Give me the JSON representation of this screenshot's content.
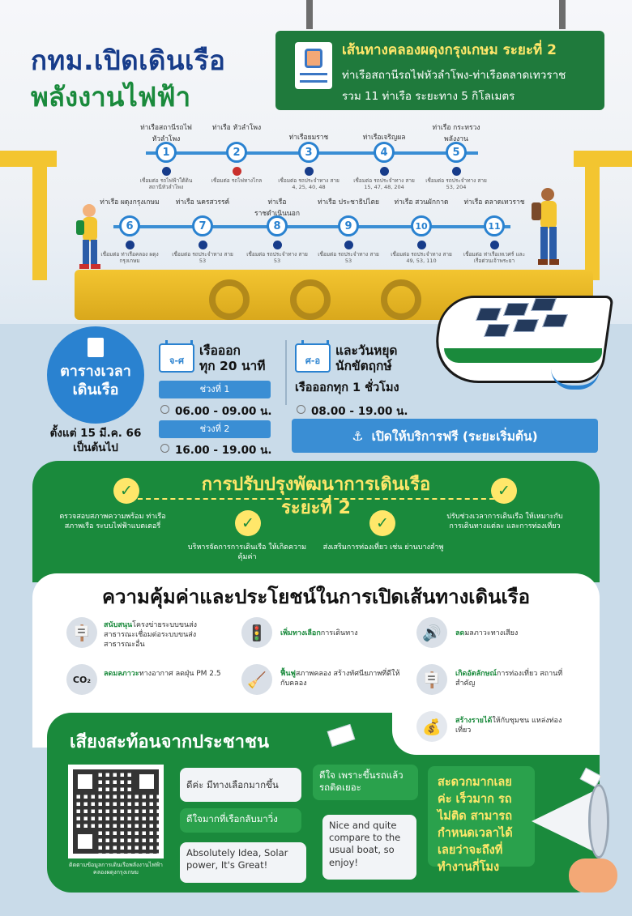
{
  "title": {
    "line1": "กทม.เปิดเดินเรือ",
    "line2": "พลังงานไฟฟ้า"
  },
  "route": {
    "title": "เส้นทางคลองผดุงกรุงเกษม ระยะที่ 2",
    "line1": "ท่าเรือสถานีรถไฟหัวลำโพง-ท่าเรือตลาดเทวราช",
    "line2": "รวม 11 ท่าเรือ ระยะทาง 5 กิโลเมตร"
  },
  "stations": [
    {
      "num": "1",
      "name": "ท่าเรือสถานีรถไฟ หัวลำโพง",
      "info": "เชื่อมต่อ รถไฟฟ้าใต้ดิน สถานีหัวลำโพง",
      "icon": "metro-icon"
    },
    {
      "num": "2",
      "name": "ท่าเรือ หัวลำโพง",
      "info": "เชื่อมต่อ รถไฟทางไกล",
      "icon": "train-icon"
    },
    {
      "num": "3",
      "name": "ท่าเรือยมราช",
      "info": "เชื่อมต่อ รถประจำทาง สาย 4, 25, 40, 48",
      "icon": "bus-icon"
    },
    {
      "num": "4",
      "name": "ท่าเรือเจริญผล",
      "info": "เชื่อมต่อ รถประจำทาง สาย 15, 47, 48, 204",
      "icon": "bus-icon"
    },
    {
      "num": "5",
      "name": "ท่าเรือ กระทรวงพลังงาน",
      "info": "เชื่อมต่อ รถประจำทาง สาย 53, 204",
      "icon": "bus-icon"
    },
    {
      "num": "6",
      "name": "ท่าเรือ ผดุงกรุงเกษม",
      "info": "เชื่อมต่อ ท่าเรือคลอง ผดุงกรุงเกษม",
      "icon": "boat-icon"
    },
    {
      "num": "7",
      "name": "ท่าเรือ นครสวรรค์",
      "info": "เชื่อมต่อ รถประจำทาง สาย 53",
      "icon": "bus-icon"
    },
    {
      "num": "8",
      "name": "ท่าเรือ ราชดำเนินนอก",
      "info": "เชื่อมต่อ รถประจำทาง สาย 53",
      "icon": "bus-icon"
    },
    {
      "num": "9",
      "name": "ท่าเรือ ประชาธิปไตย",
      "info": "เชื่อมต่อ รถประจำทาง สาย 53",
      "icon": "bus-icon"
    },
    {
      "num": "10",
      "name": "ท่าเรือ สวนผักกาด",
      "info": "เชื่อมต่อ รถประจำทาง สาย 49, 53, 110",
      "icon": "bus-icon"
    },
    {
      "num": "11",
      "name": "ท่าเรือ ตลาดเทวราช",
      "info": "เชื่อมต่อ ท่าเรือเทเวศร์ และเรือด่วนเจ้าพระยา",
      "icon": "boat-icon"
    }
  ],
  "schedule": {
    "title": "ตารางเวลา เดินเรือ",
    "title_line1": "ตารางเวลา",
    "title_line2": "เดินเรือ",
    "since_line1": "ตั้งแต่ 15 มี.ค. 66",
    "since_line2": "เป็นต้นไป",
    "weekday_cal": "จ-ศ",
    "weekday_line1": "เรือออก",
    "weekday_line2": "ทุก 20 นาที",
    "slot1_label": "ช่วงที่ 1",
    "slot1_time": "06.00 - 09.00 น.",
    "slot2_label": "ช่วงที่ 2",
    "slot2_time": "16.00 - 19.00 น.",
    "weekend_cal": "ศ-อ",
    "weekend_line1": "และวันหยุด",
    "weekend_line2": "นักขัตฤกษ์",
    "weekend_freq": "เรือออกทุก 1 ชั่วโมง",
    "weekend_time": "08.00 - 19.00 น.",
    "free": "เปิดให้บริการฟรี (ระยะเริ่มต้น)"
  },
  "development": {
    "title_line1": "การปรับปรุงพัฒนาการเดินเรือ",
    "title_line2": "ระยะที่ 2",
    "items": [
      "ตรวจสอบสภาพความพร้อม ท่าเรือ สภาพเรือ ระบบไฟฟ้าแบตเตอรี่",
      "บริหารจัดการการเดินเรือ ให้เกิดความคุ้มค่า",
      "ส่งเสริมการท่องเที่ยว เช่น ย่านบางลำพู",
      "ปรับช่วงเวลาการเดินเรือ ให้เหมาะกับการเดินทางแต่ละ และการท่องเที่ยว"
    ]
  },
  "benefits": {
    "title": "ความคุ้มค่าและประโยชน์ในการเปิดเส้นทางเดินเรือ",
    "items": [
      {
        "bold": "สนับสนุน",
        "rest": "โครงข่ายระบบขนส่งสาธารณะเชื่อมต่อระบบขนส่งสาธารณะอื่น",
        "icon": "sign-icon"
      },
      {
        "bold": "เพิ่มทางเลือก",
        "rest": "การเดินทาง",
        "icon": "traffic-light-icon"
      },
      {
        "bold": "ลด",
        "rest": "มลภาวะทางเสียง",
        "icon": "speaker-icon"
      },
      {
        "bold": "ลดมลภาวะ",
        "rest": "ทางอากาศ ลดฝุ่น PM 2.5",
        "icon": "co2-icon"
      },
      {
        "bold": "ฟื้นฟู",
        "rest": "สภาพคลอง สร้างทัศนียภาพที่ดีให้กับคลอง",
        "icon": "broom-icon"
      },
      {
        "bold": "เกิดอัตลักษณ์",
        "rest": "การท่องเที่ยว สถานที่สำคัญ",
        "icon": "signpost-icon"
      },
      {
        "bold": "สร้างรายได้",
        "rest": "ให้กับชุมชน แหล่งท่องเที่ยว",
        "icon": "money-bag-icon"
      }
    ]
  },
  "voices": {
    "title": "เสียงสะท้อนจากประชาชน",
    "qr_caption": "ติดตามข้อมูลการเดินเรือพลังงานไฟฟ้าคลองผดุงกรุงเกษม",
    "bubbles": [
      "ดีค่ะ มีทางเลือกมากขึ้น",
      "ดีใจมากที่เรือกลับมาวิ่ง",
      "Absolutely Idea, Solar power, It's Great!",
      "ดีใจ เพราะขึ้นรถแล้ว รถติดเยอะ",
      "Nice and quite compare to the usual boat, so enjoy!",
      "สะดวกมากเลยค่ะ เร็วมาก รถไม่ติด สามารถกำหนดเวลาได้เลยว่าจะถึงที่ทำงานกี่โมง"
    ]
  },
  "colors": {
    "brand_green": "#1a8a3c",
    "brand_blue": "#2a82d0",
    "accent_yellow": "#ffe76a",
    "title_navy": "#173c8a"
  }
}
